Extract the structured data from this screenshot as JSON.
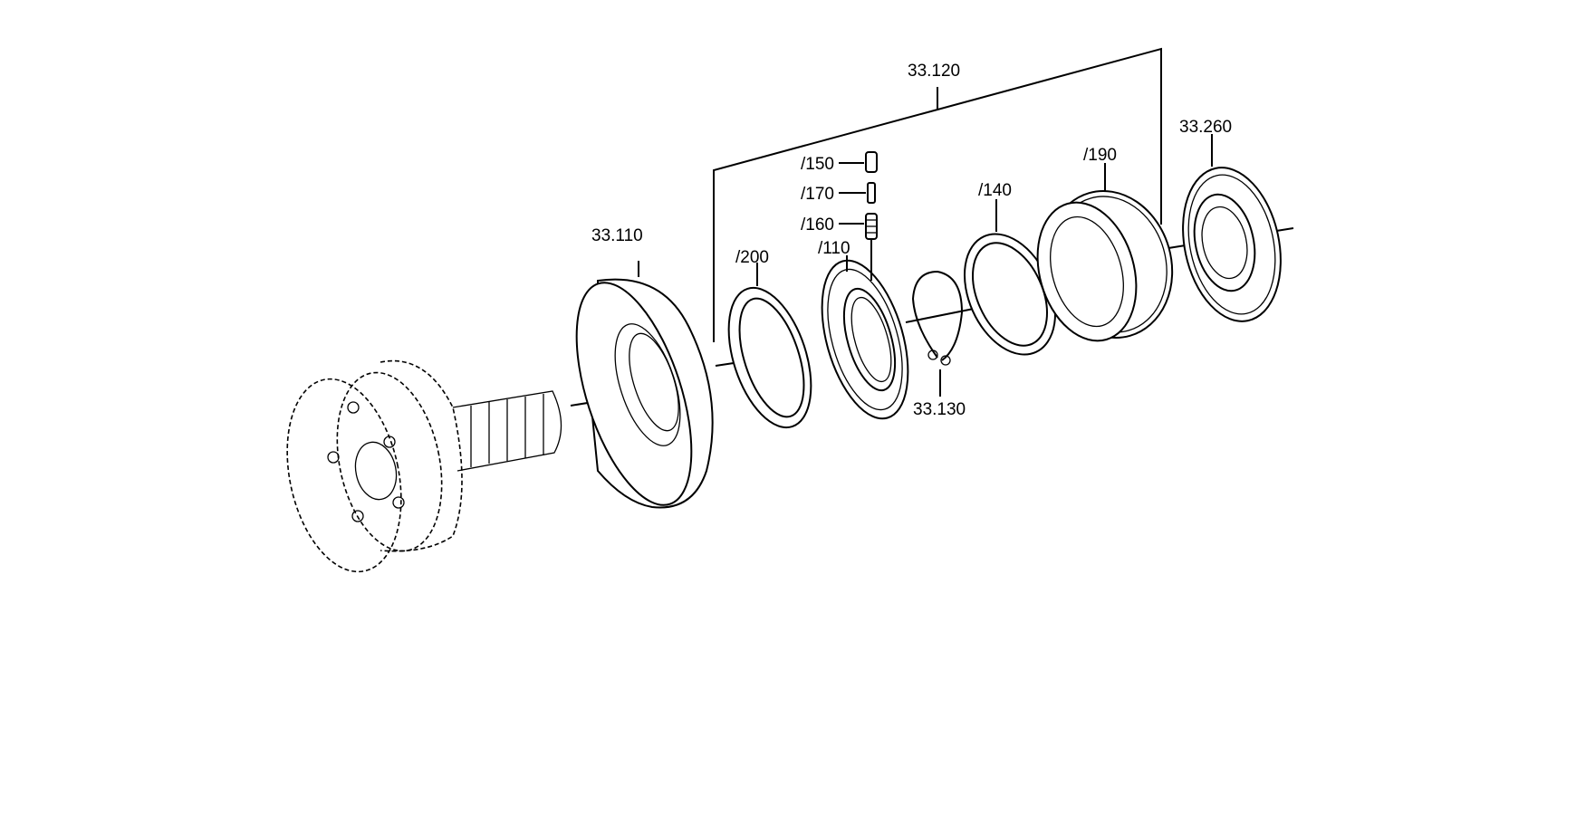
{
  "labels": {
    "assembly": "33.120",
    "plate": "33.110",
    "ring_200": "/200",
    "hub_110": "/110",
    "spring_150": "/150",
    "spring_170": "/170",
    "spring_160": "/160",
    "circlip": "33.130",
    "ring_140": "/140",
    "sleeve_190": "/190",
    "gear": "33.260"
  }
}
